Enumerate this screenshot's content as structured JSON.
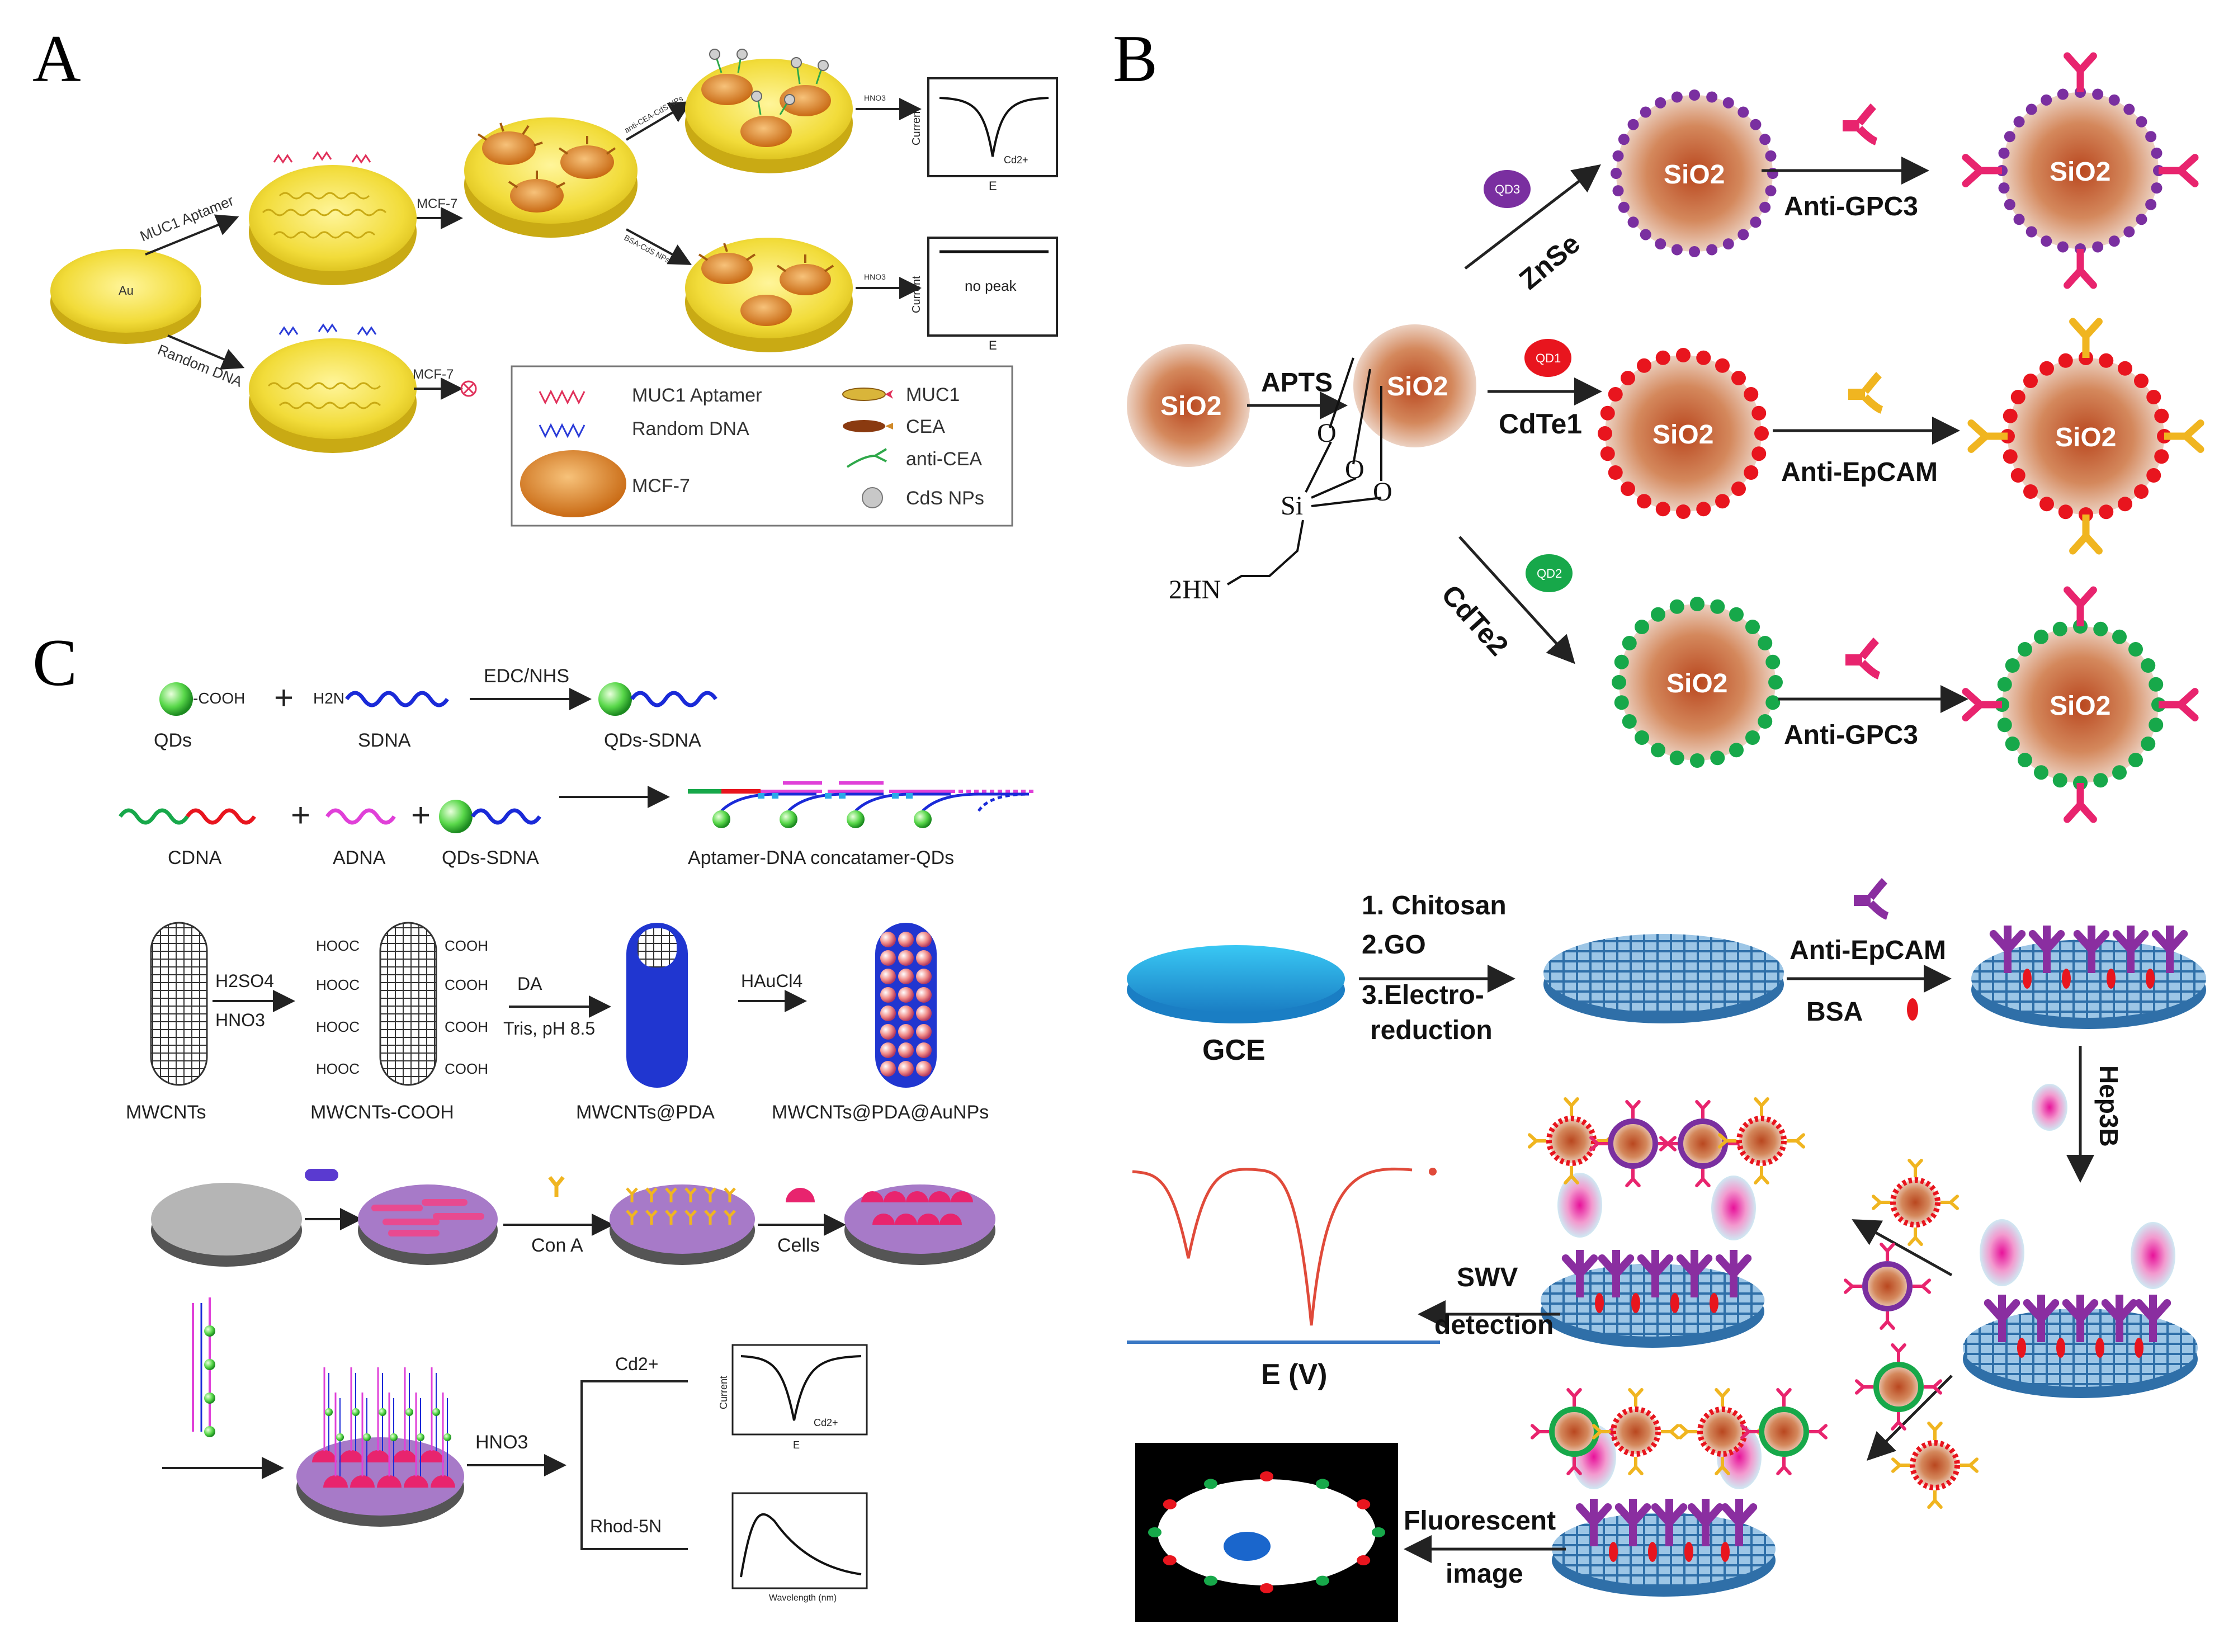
{
  "panels": {
    "A": {
      "label": "A",
      "au_label": "Au",
      "muc1_aptamer_arrow": "MUC1 Aptamer",
      "random_dna_arrow": "Random DNA",
      "mcf7_top": "MCF-7",
      "mcf7_bottom": "MCF-7",
      "anti_cea_cds": "anti-CEA-CdS NPs",
      "bsa_cds": "BSA-CdS NPs",
      "hno3_top": "HNO3",
      "hno3_bottom": "HNO3",
      "current_top": "Current",
      "current_bottom": "Current",
      "e_top": "E",
      "e_bottom": "E",
      "cd_label": "Cd2+",
      "no_peak": "no peak",
      "legend": {
        "muc1_aptamer": "MUC1 Aptamer",
        "random_dna": "Random DNA",
        "mcf7": "MCF-7",
        "muc1": "MUC1",
        "cea": "CEA",
        "anti_cea": "anti-CEA",
        "cds_nps": "CdS NPs"
      }
    },
    "B": {
      "label": "B",
      "sio2": "SiO2",
      "apts": "APTS",
      "zns": "ZnSe",
      "cdte1": "CdTe1",
      "cdte2": "CdTe2",
      "qd1": "QD1",
      "qd2": "QD2",
      "qd3": "QD3",
      "anti_gpc3_top": "Anti-GPC3",
      "anti_epcam_mid": "Anti-EpCAM",
      "anti_gpc3_bottom": "Anti-GPC3",
      "o1": "O",
      "o2": "O",
      "o3": "O",
      "si": "Si",
      "amine": "2HN",
      "gce": "GCE",
      "step1": "1. Chitosan",
      "step2": "2.GO",
      "step3a": "3.Electro-",
      "step3b": "reduction",
      "anti_epcam": "Anti-EpCAM",
      "bsa": "BSA",
      "hep3b": "Hep3B",
      "swv1": "SWV",
      "swv2": "detection",
      "ev": "E (V)",
      "fluor1": "Fluorescent",
      "fluor2": "image"
    },
    "C": {
      "label": "C",
      "cooh": "-COOH",
      "plus1": "+",
      "h2n": "H2N",
      "edc": "EDC/NHS",
      "qds": "QDs",
      "sdna": "SDNA",
      "qds_sdna": "QDs-SDNA",
      "cdna": "CDNA",
      "plus2": "+",
      "adna": "ADNA",
      "plus3": "+",
      "qds_sdna2": "QDs-SDNA",
      "concatamer": "Aptamer-DNA concatamer-QDs",
      "h2so4": "H2SO4",
      "hno3a": "HNO3",
      "hooc": "HOOC",
      "cooh2": "COOH",
      "da": "DA",
      "tris": "Tris, pH 8.5",
      "haucl4": "HAuCl4",
      "mwcnts": "MWCNTs",
      "mwcnts_cooh": "MWCNTs-COOH",
      "mwcnts_pda": "MWCNTs@PDA",
      "mwcnts_pda_au": "MWCNTs@PDA@AuNPs",
      "cona": "Con A",
      "cells": "Cells",
      "hno3b": "HNO3",
      "cd2": "Cd2+",
      "rhod": "Rhod-5N",
      "current": "Current",
      "cd_small": "Cd2+",
      "e_small": "E",
      "wavelength": "Wavelength (nm)"
    }
  },
  "colors": {
    "gold": "#f2dc3a",
    "gold_edge": "#d8bc18",
    "cell": "#e08a2a",
    "sio2_core": "#c6623a",
    "qd_purple": "#7a2fa0",
    "qd_red": "#e8151e",
    "qd_green": "#17a84a",
    "ab_pink": "#e8246e",
    "ab_yellow": "#f0b520",
    "ab_purple": "#8a2ea0",
    "electrode_blue": "#3aa8df",
    "swv_red": "#e04a3a"
  }
}
